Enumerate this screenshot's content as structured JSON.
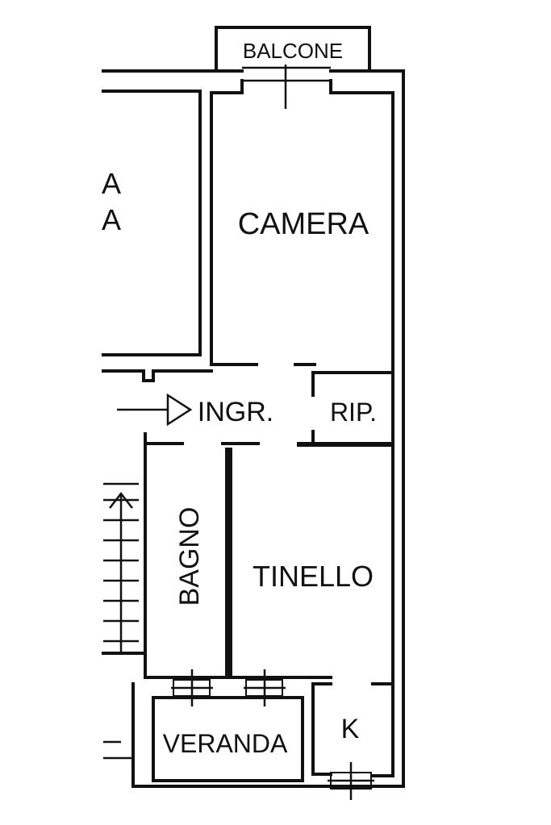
{
  "rooms": {
    "balcone": "BALCONE",
    "camera": "CAMERA",
    "ingresso": "INGR.",
    "ripostiglio": "RIP.",
    "bagno": "BAGNO",
    "tinello": "TINELLO",
    "veranda": "VERANDA",
    "cucina": "K",
    "neighbor_top": "A",
    "neighbor_bottom": "A"
  },
  "colors": {
    "ink": "#111111",
    "background": "#ffffff"
  }
}
